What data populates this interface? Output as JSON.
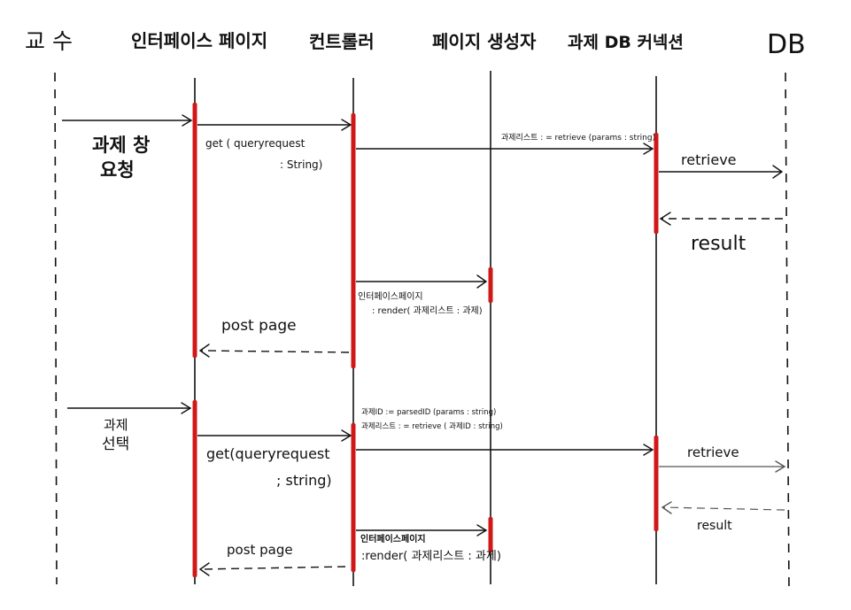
{
  "participants": [
    {
      "id": "prof",
      "label": "교 수"
    },
    {
      "id": "ui",
      "label": "인터페이스 페이지"
    },
    {
      "id": "ctrl",
      "label": "컨트롤러"
    },
    {
      "id": "gen",
      "label": "페이지 생성자"
    },
    {
      "id": "conn",
      "label": "과제 DB 커넥션"
    },
    {
      "id": "db",
      "label": "DB"
    }
  ],
  "scenario1": {
    "actor_note_line1": "과제 창",
    "actor_note_line2": "요청",
    "get_line1": "get ( queryrequest",
    "get_line2": ": String)",
    "retrieve_call": "과제리스트 : = retrieve (params : string)",
    "db_retrieve": "retrieve",
    "db_result": "result",
    "render_line1": "인터페이스페이지",
    "render_line2": ": render( 과제리스트 : 과제)",
    "post_page": "post page"
  },
  "scenario2": {
    "actor_note_line1": "과제",
    "actor_note_line2": "선택",
    "parse_call": "과제ID := parsedID (params : string)",
    "retrieve_call": "과제리스트 : = retrieve ( 과제ID : string)",
    "get_line1": "get(queryrequest",
    "get_line2": "; string)",
    "db_retrieve": "retrieve",
    "db_result": "result",
    "render_line1": "인터페이스페이지",
    "render_line2": ":render( 과제리스트 : 과제)",
    "post_page": "post page"
  },
  "colors": {
    "activation": "#d01818",
    "line": "#111111",
    "background": "#ffffff"
  }
}
